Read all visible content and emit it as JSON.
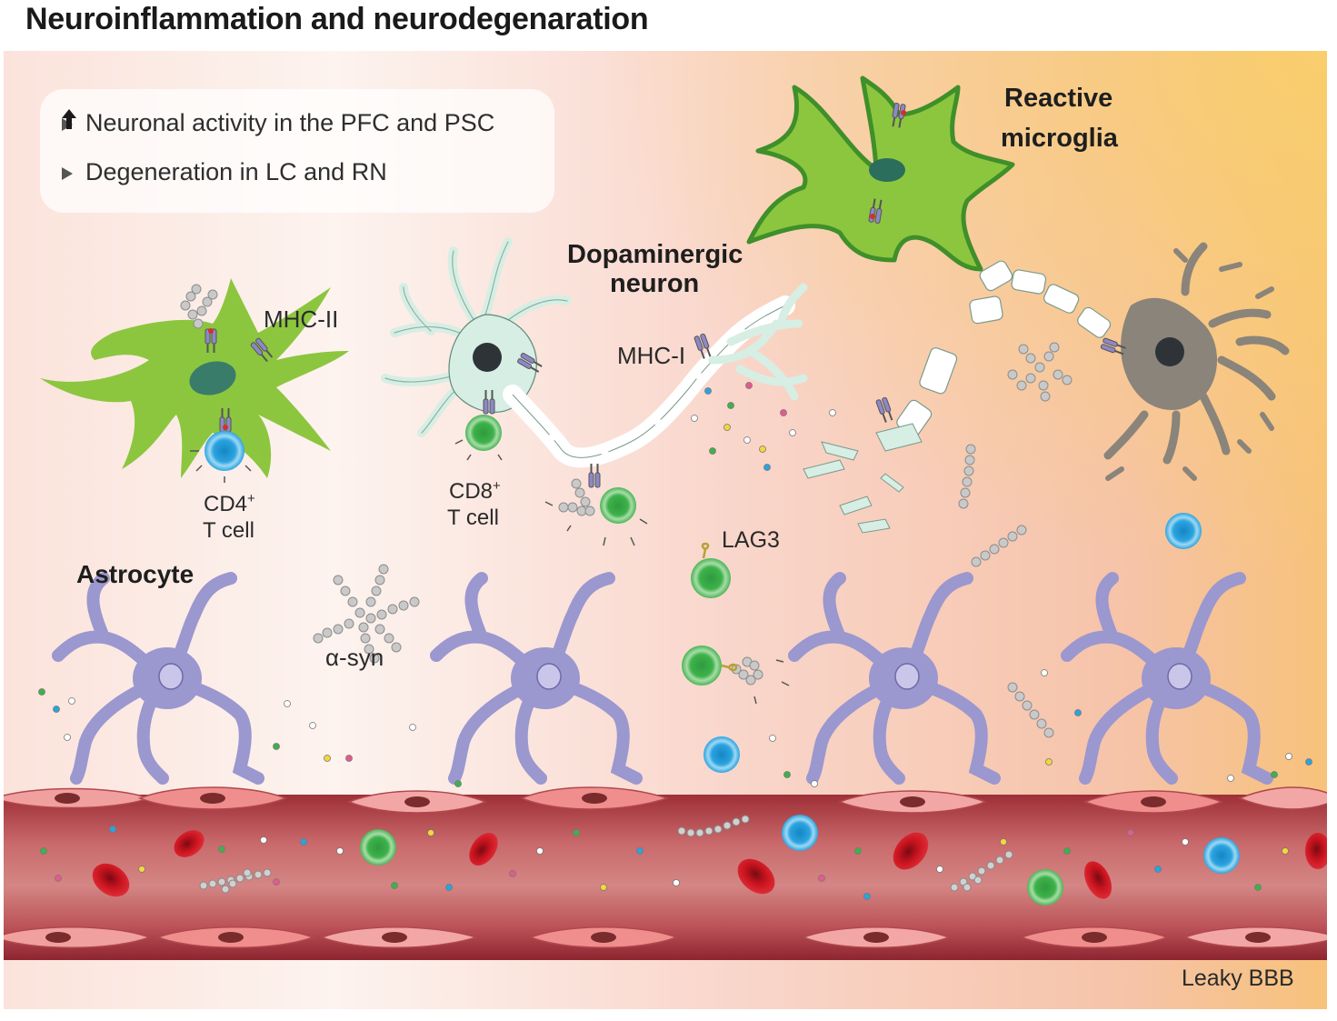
{
  "title": "Neuroinflammation and neurodegenaration",
  "info_box": {
    "items": [
      {
        "arrow": "up",
        "text": "Neuronal activity in the PFC and PSC"
      },
      {
        "arrow": "",
        "text": "Degeneration in LC and RN"
      }
    ]
  },
  "labels": {
    "reactive_microglia_line1": "Reactive",
    "reactive_microglia_line2": "microglia",
    "dopaminergic_neuron_line1": "Dopaminergic",
    "dopaminergic_neuron_line2": "neuron",
    "mhc_ii": "MHC-II",
    "mhc_i": "MHC-I",
    "cd4": "CD4",
    "cd8": "CD8",
    "plus": "+",
    "t_cell": "T cell",
    "lag3": "LAG3",
    "astrocyte": "Astrocyte",
    "alpha_syn": "α-syn",
    "leaky_bbb": "Leaky BBB"
  },
  "colors": {
    "microglia": "#8cc63f",
    "astrocyte": "#9b97cf",
    "neuron_healthy": "#d6eee4",
    "neuron_degenerating": "#8a847a",
    "cd4_t_cell": "#2aa4e0",
    "cd8_t_cell": "#3db24a",
    "red_blood_cell": "#c1121f",
    "vessel": "#c0575d",
    "alpha_syn": "#b9b9b9"
  }
}
